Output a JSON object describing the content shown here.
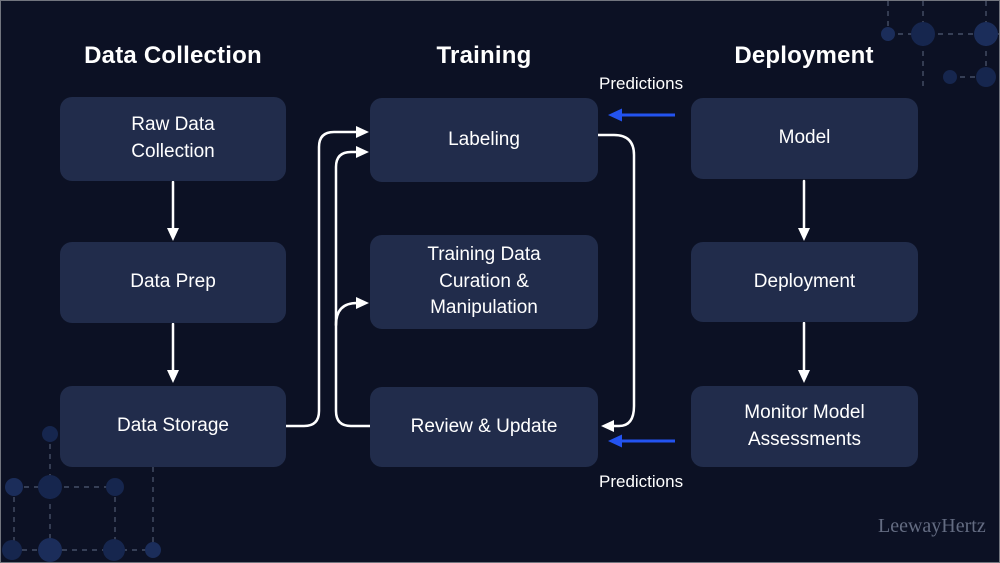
{
  "diagram": {
    "columns": [
      {
        "title": "Data Collection",
        "boxes": [
          {
            "label": "Raw Data\nCollection"
          },
          {
            "label": "Data Prep"
          },
          {
            "label": "Data Storage"
          }
        ]
      },
      {
        "title": "Training",
        "boxes": [
          {
            "label": "Labeling"
          },
          {
            "label": "Training Data\nCuration &\nManipulation"
          },
          {
            "label": "Review & Update"
          }
        ]
      },
      {
        "title": "Deployment",
        "boxes": [
          {
            "label": "Model"
          },
          {
            "label": "Deployment"
          },
          {
            "label": "Monitor Model\nAssessments"
          }
        ]
      }
    ],
    "labels": {
      "predictions_top": "Predictions",
      "predictions_bottom": "Predictions"
    },
    "watermark": "LeewayHertz",
    "colors": {
      "background": "#0c1124",
      "box_fill": "#212c4b",
      "text": "#ffffff",
      "arrow_white": "#ffffff",
      "arrow_blue": "#2353f0",
      "decor_dot": "#182a56",
      "decor_dashed_line": "#454f66",
      "watermark_text": "#646c82"
    }
  }
}
